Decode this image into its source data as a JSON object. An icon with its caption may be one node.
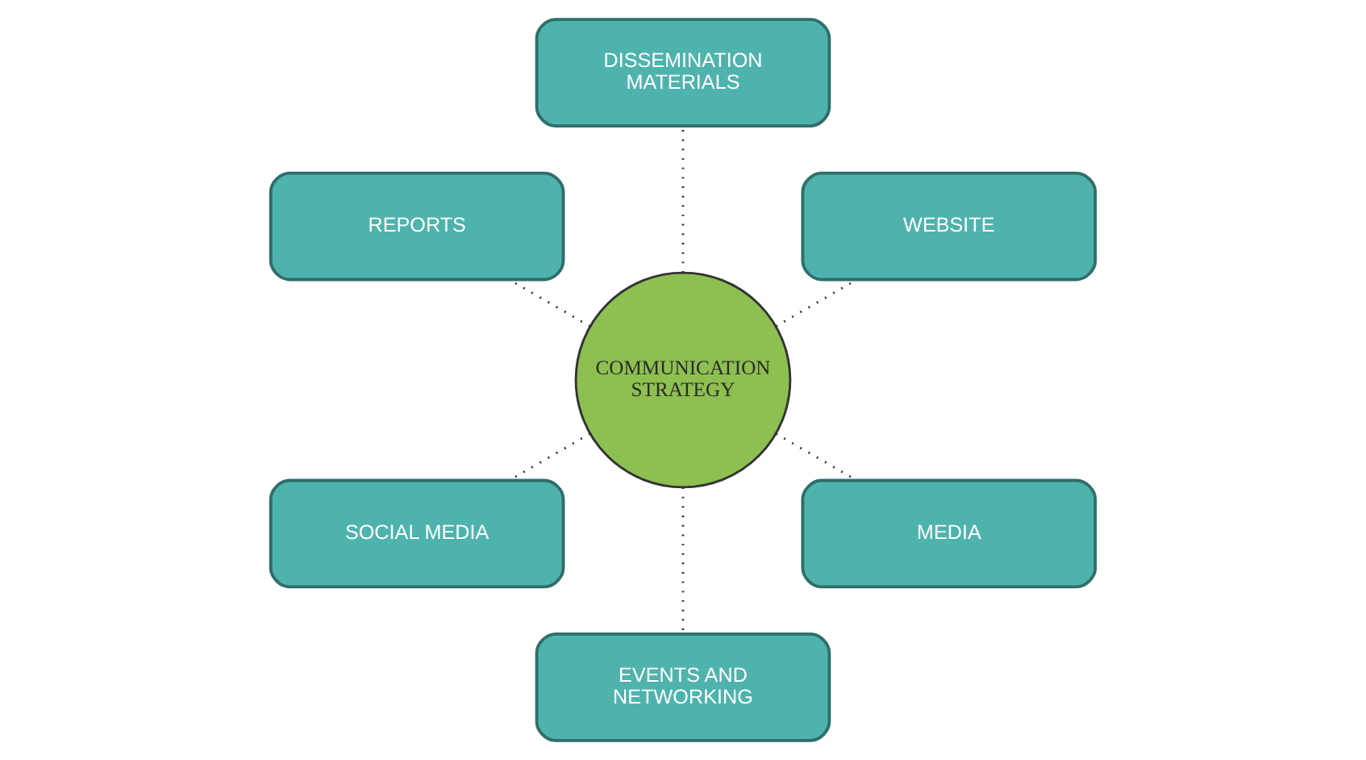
{
  "diagram": {
    "nodes": [
      {
        "text": [
          "WEBSITE"
        ]
      },
      {
        "text": [
          "DISSEMINATION MATERIALS"
        ]
      },
      {
        "text": [
          "REPORTS"
        ]
      },
      {
        "text": [
          "COMMUNICATION STRATEGY"
        ]
      },
      {
        "text": [
          "SOCIAL MEDIA"
        ]
      },
      {
        "text": [
          "EVENTS AND NETWORKING"
        ]
      },
      {
        "text": [
          "MEDIA"
        ]
      }
    ],
    "edges": [
      {
        "from": 3,
        "to": 0,
        "arrow": "none",
        "style": "dashed"
      },
      {
        "from": 3,
        "to": 1,
        "arrow": "none",
        "style": "dashed"
      },
      {
        "from": 3,
        "to": 2,
        "arrow": "none",
        "style": "dashed"
      },
      {
        "from": 3,
        "to": 4,
        "arrow": "none",
        "style": "dashed"
      },
      {
        "from": 3,
        "to": 5,
        "arrow": "none",
        "style": "dashed"
      },
      {
        "from": 3,
        "to": 6,
        "arrow": "none",
        "style": "dashed"
      }
    ]
  }
}
